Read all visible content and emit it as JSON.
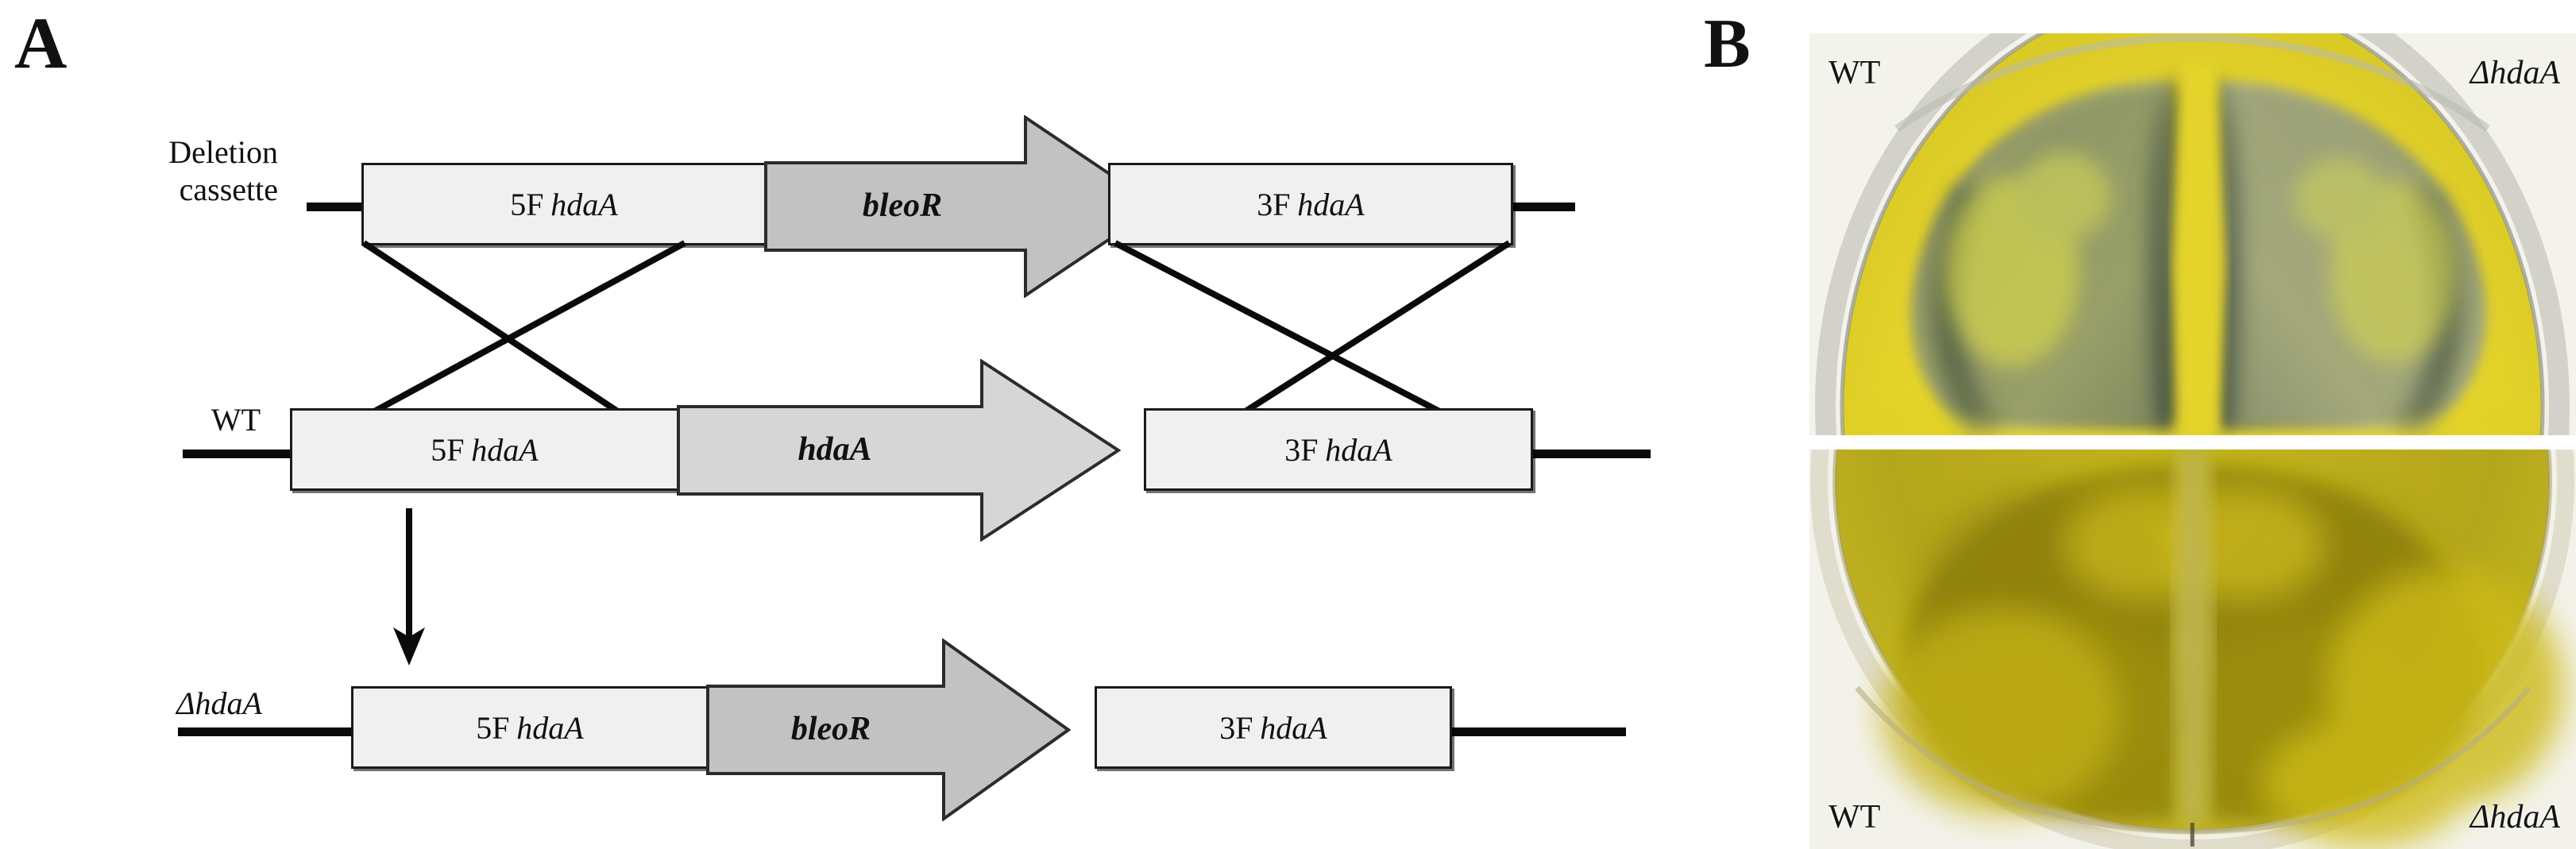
{
  "figure": {
    "panels": [
      {
        "id": "A",
        "letter": "A"
      },
      {
        "id": "B",
        "letter": "B"
      }
    ]
  },
  "panel_a": {
    "letter": "A",
    "rows": [
      {
        "id": "deletion-cassette",
        "label": "Deletion\ncassette",
        "label_italic": false,
        "segments": [
          {
            "name": "five-prime-flank",
            "prefix": "5F",
            "gene": "hdaA",
            "type": "box",
            "fill": "#f0f0f0"
          },
          {
            "name": "marker-gene",
            "prefix": "",
            "gene": "bleoR",
            "type": "arrow",
            "fill": "#c2c2c2"
          },
          {
            "name": "three-prime-flank",
            "prefix": "3F",
            "gene": "hdaA",
            "type": "box",
            "fill": "#f0f0f0"
          }
        ]
      },
      {
        "id": "wild-type",
        "label": "WT",
        "label_italic": false,
        "segments": [
          {
            "name": "five-prime-flank",
            "prefix": "5F",
            "gene": "hdaA",
            "type": "box",
            "fill": "#f0f0f0"
          },
          {
            "name": "target-gene",
            "prefix": "",
            "gene": "hdaA",
            "type": "arrow",
            "fill": "#d6d6d6"
          },
          {
            "name": "three-prime-flank",
            "prefix": "3F",
            "gene": "hdaA",
            "type": "box",
            "fill": "#f0f0f0"
          }
        ]
      },
      {
        "id": "deletion-mutant",
        "label": "ΔhdaA",
        "label_italic": true,
        "segments": [
          {
            "name": "five-prime-flank",
            "prefix": "5F",
            "gene": "hdaA",
            "type": "box",
            "fill": "#f0f0f0"
          },
          {
            "name": "marker-gene",
            "prefix": "",
            "gene": "bleoR",
            "type": "arrow",
            "fill": "#c2c2c2"
          },
          {
            "name": "three-prime-flank",
            "prefix": "3F",
            "gene": "hdaA",
            "type": "box",
            "fill": "#f0f0f0"
          }
        ]
      }
    ],
    "crossovers": [
      {
        "name": "left-crossover",
        "description": "homologous recombination at 5F hdaA"
      },
      {
        "name": "right-crossover",
        "description": "homologous recombination at 3F hdaA"
      }
    ],
    "process_arrow": {
      "name": "transformation-arrow",
      "direction": "down"
    }
  },
  "panel_b": {
    "letter": "B",
    "plates": [
      {
        "id": "plate-obverse",
        "view": "front",
        "left_label": "WT",
        "right_label": "ΔhdaA",
        "left_label_italic": false,
        "right_label_italic": true,
        "agar_color": "#e3d229",
        "colony_color": "#6f7a63",
        "colony_center_color": "#3f4e43"
      },
      {
        "id": "plate-reverse",
        "view": "reverse",
        "left_label": "WT",
        "right_label": "ΔhdaA",
        "left_label_italic": false,
        "right_label_italic": true,
        "agar_color": "#b9ac1c",
        "colony_color": "#968d15",
        "colony_center_color": "#8d8512"
      }
    ]
  },
  "colors": {
    "line": "#0a0a0a",
    "box_fill": "#f0f0f0",
    "marker_arrow_fill": "#c2c2c2",
    "gene_arrow_fill": "#d6d6d6",
    "text": "#111111"
  }
}
